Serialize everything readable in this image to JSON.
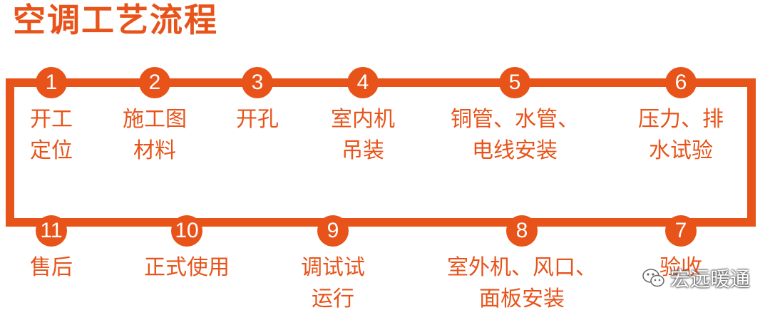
{
  "title": "空调工艺流程",
  "colors": {
    "accent": "#e8531a",
    "text_on_accent": "#ffffff"
  },
  "steps_top": [
    {
      "number": "1",
      "line1": "开工",
      "line2": "定位"
    },
    {
      "number": "2",
      "line1": "施工图",
      "line2": "材料"
    },
    {
      "number": "3",
      "line1": "开孔",
      "line2": ""
    },
    {
      "number": "4",
      "line1": "室内机",
      "line2": "吊装"
    },
    {
      "number": "5",
      "line1": "铜管、水管、",
      "line2": "电线安装"
    },
    {
      "number": "6",
      "line1": "压力、排",
      "line2": "水试验"
    }
  ],
  "steps_bottom": [
    {
      "number": "11",
      "line1": "售后",
      "line2": ""
    },
    {
      "number": "10",
      "line1": "正式使用",
      "line2": ""
    },
    {
      "number": "9",
      "line1": "调试试",
      "line2": "运行"
    },
    {
      "number": "8",
      "line1": "室外机、风口、",
      "line2": "面板安装"
    },
    {
      "number": "7",
      "line1": "验收",
      "line2": ""
    }
  ],
  "watermark": {
    "text": "宏远暖通",
    "icon": "wechat-icon"
  }
}
